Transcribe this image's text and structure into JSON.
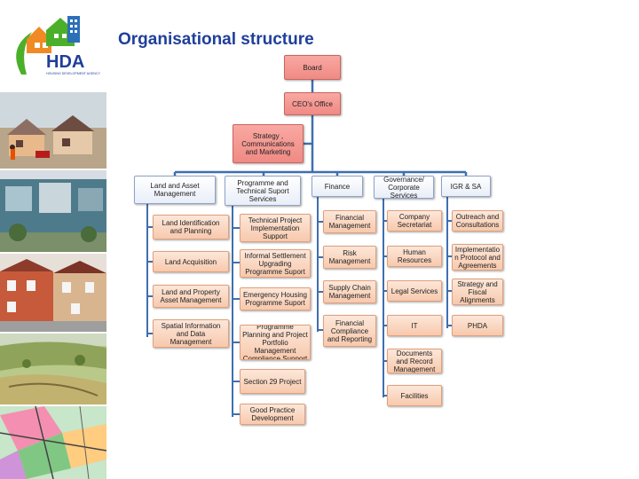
{
  "page": {
    "title": "Organisational structure"
  },
  "logo": {
    "wordmark": "HDA",
    "tagline": "HOUSING DEVELOPMENT AGENCY",
    "colors": {
      "orange": "#f08a24",
      "green": "#4caf2a",
      "blue": "#2d6fb8",
      "navy": "#1f3f9a"
    }
  },
  "chart": {
    "colors": {
      "top": "#f08a84",
      "head": "#ffffff",
      "unit": "#f7c9ad",
      "line": "#3f6fb0"
    },
    "board": "Board",
    "ceo": "CEO's Office",
    "strategy": "Strategy , Communications and Marketing",
    "divisions": {
      "land": "Land and Asset Management",
      "programme": "Programme and Technical Suport Services",
      "finance": "Finance",
      "governance": "Governance/ Corporate Services",
      "igr": "IGR & SA"
    },
    "units": {
      "land": [
        "Land Identification and Planning",
        "Land Acquisition",
        "Land and Property Asset Management",
        "Spatial Information and Data Management"
      ],
      "programme": [
        "Technical Project Implementation Support",
        "Informal Settlement Upgrading Programme Suport",
        "Emergency Housing Programme Suport",
        "Programme Planning and Project Portfolio Management Compliance Support",
        "Section 29 Project",
        "Good Practice Development"
      ],
      "finance": [
        "Financial Management",
        "Risk Management",
        "Supply Chain Management",
        "Financial Compliance and Reporting"
      ],
      "governance": [
        "Company Secretariat",
        "Human Resources",
        "Legal Services",
        "IT",
        "Documents and Record Management",
        "Facilities"
      ],
      "igr": [
        "Outreach and Consultations",
        "Implementatio n Protocol and Agreements",
        "Strategy and Fiscal Alignments",
        "PHDA"
      ]
    }
  }
}
